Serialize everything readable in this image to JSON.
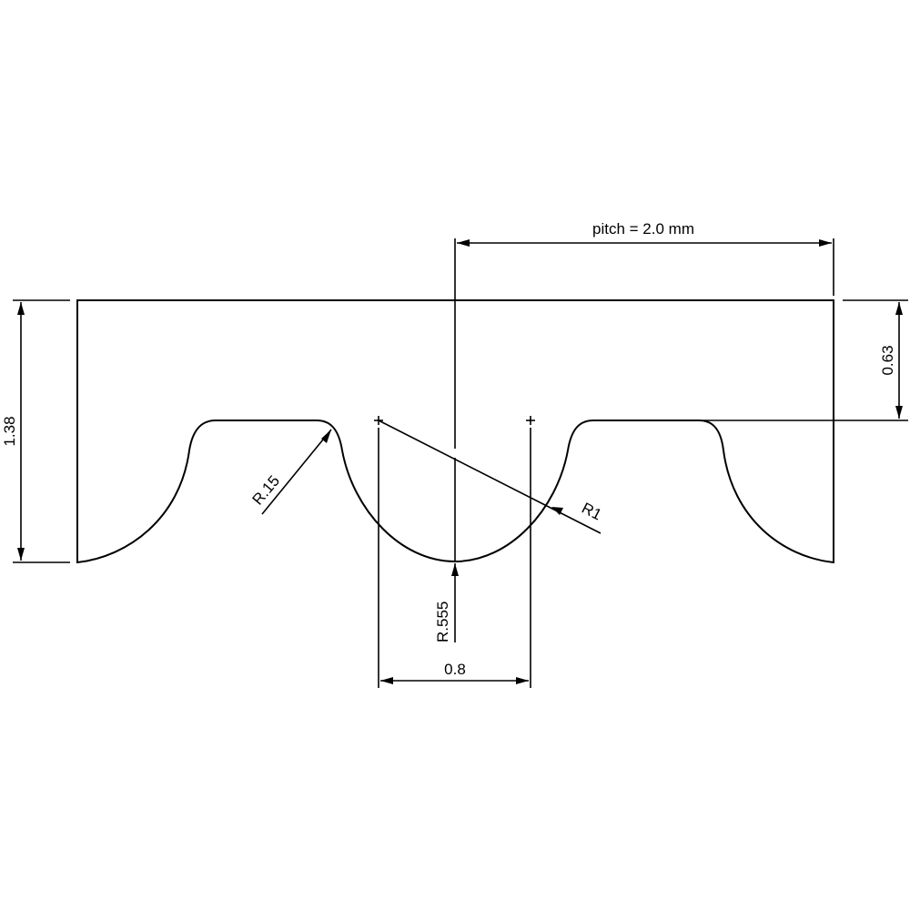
{
  "drawing": {
    "dimensions": {
      "pitch": "pitch = 2.0 mm",
      "total_height": "1.38",
      "tooth_depth": "0.63",
      "groove_width": "0.8",
      "fillet_radius": "R.15",
      "flank_radius": "R1",
      "bottom_radius": "R.555"
    },
    "line_color": "#000000",
    "background": "#ffffff"
  }
}
